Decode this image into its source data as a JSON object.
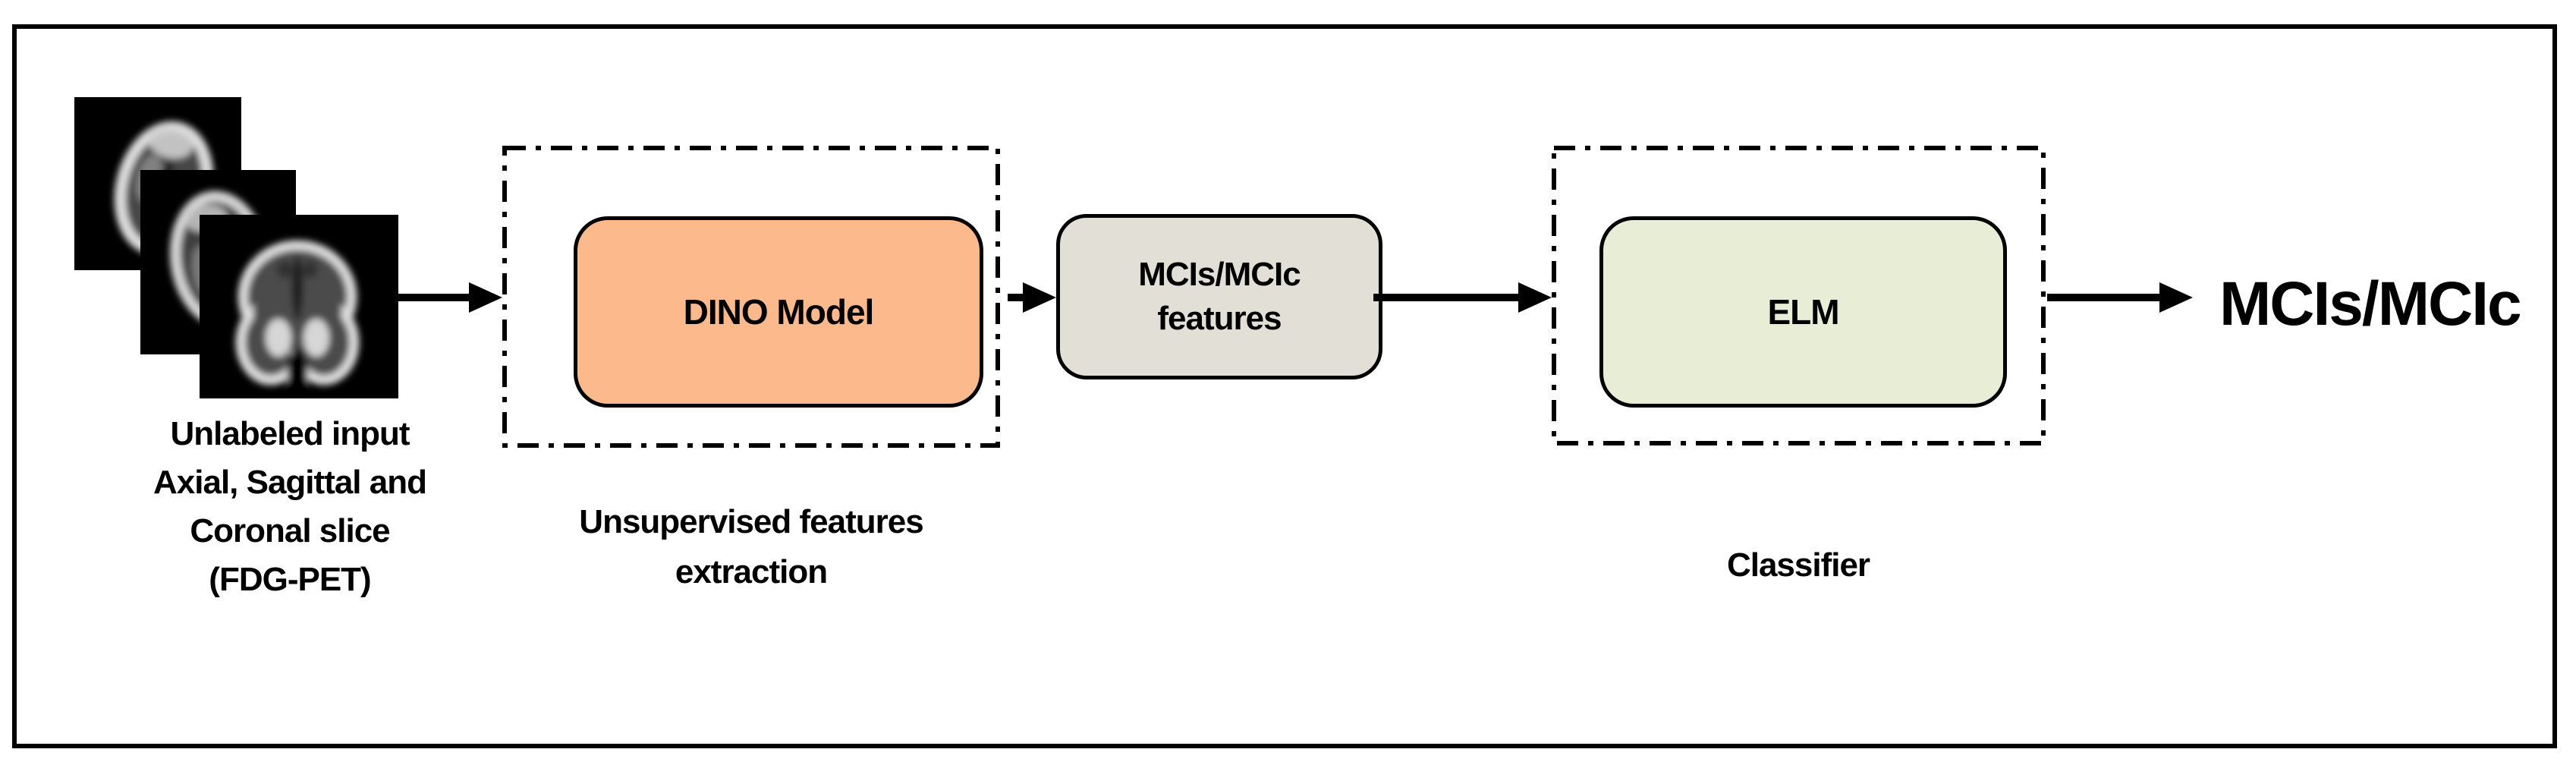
{
  "input": {
    "caption_lines": [
      "Unlabeled input",
      "Axial, Sagittal and",
      "Coronal slice",
      "(FDG-PET)"
    ],
    "slice_names": [
      "axial",
      "sagittal",
      "coronal"
    ]
  },
  "feature_extraction_group": {
    "model_box_label": "DINO Model",
    "model_box_color": "#FCBA8C",
    "label_lines": [
      "Unsupervised features",
      "extraction"
    ]
  },
  "features_box": {
    "label_lines": [
      "MCIs/MCIc",
      "features"
    ],
    "color": "#E2DFD6"
  },
  "classifier_group": {
    "model_box_label": "ELM",
    "model_box_color": "#E8EED6",
    "label": "Classifier"
  },
  "output": {
    "label": "MCIs/MCIc"
  },
  "colors": {
    "outline": "#000000",
    "background": "#FFFFFF",
    "dashed_border": "#000000",
    "scan_background": "#000000"
  }
}
